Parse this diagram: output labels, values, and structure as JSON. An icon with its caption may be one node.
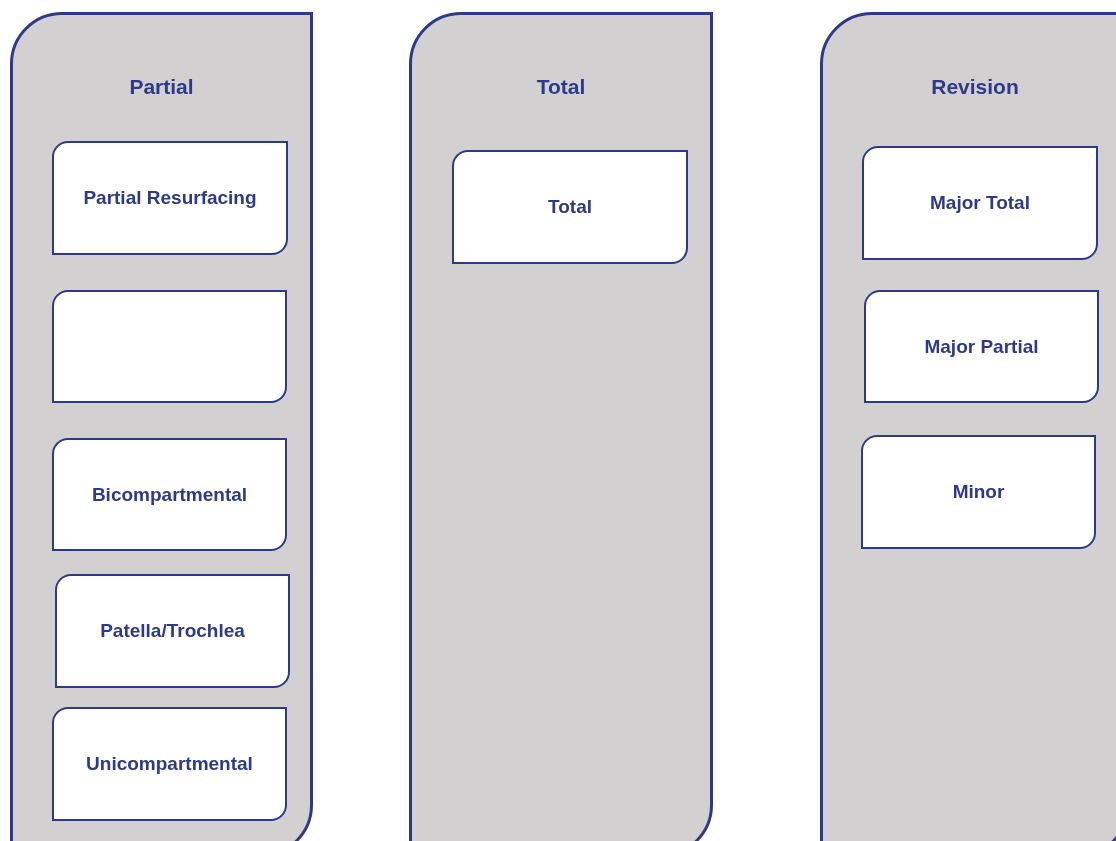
{
  "diagram": {
    "nodes": [
      {
        "text": [
          "Partial"
        ]
      },
      {
        "text": [
          "Partial Resurfacing"
        ],
        "in": 0
      },
      {
        "text": [],
        "shape": "box",
        "in": 0
      },
      {
        "text": [
          "Bicompartmental"
        ],
        "in": 0
      },
      {
        "text": [
          "Patella/Trochlea"
        ],
        "in": 0
      },
      {
        "text": [
          "Unicompartmental"
        ],
        "in": 0
      },
      {
        "text": [
          "Total"
        ]
      },
      {
        "text": [
          "Total"
        ],
        "in": 6
      },
      {
        "text": [
          "Revision"
        ]
      },
      {
        "text": [
          "Major Total"
        ],
        "in": 8
      },
      {
        "text": [
          "Major Partial"
        ],
        "in": 8
      },
      {
        "text": [
          "Minor"
        ],
        "in": 8
      }
    ]
  }
}
